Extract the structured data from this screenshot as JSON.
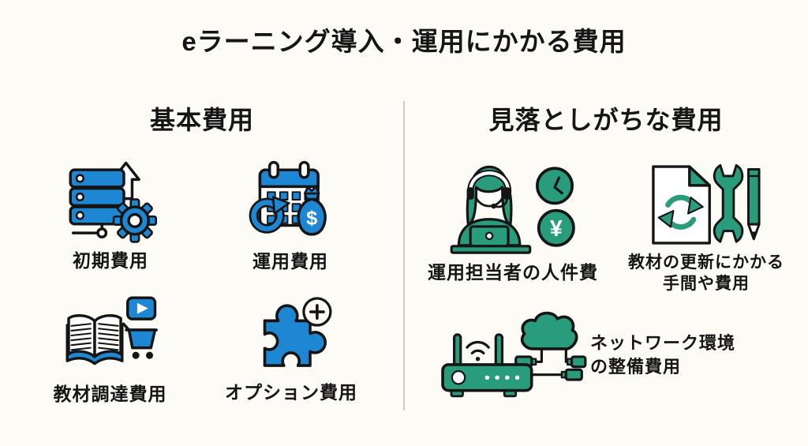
{
  "page": {
    "title": "eラーニング導入・運用にかかる費用"
  },
  "colors": {
    "blue": "#1E87D3",
    "green": "#299C7C",
    "outline": "#151515",
    "divider": "#C9C9C9",
    "background": "#FCFBF5"
  },
  "glyphs": {
    "dollar": "$",
    "yen": "¥"
  },
  "sections": {
    "basic": {
      "header": "基本費用",
      "items": [
        {
          "label": "初期費用",
          "icon": "server-upgrade-gear-icon"
        },
        {
          "label": "運用費用",
          "icon": "calendar-refresh-moneybag-icon"
        },
        {
          "label": "教材調達費用",
          "icon": "book-video-cart-icon"
        },
        {
          "label": "オプション費用",
          "icon": "puzzle-plus-icon"
        }
      ]
    },
    "overlooked": {
      "header": "見落としがちな費用",
      "items": [
        {
          "label": "運用担当者の人件費",
          "icon": "operator-clock-yen-icon"
        },
        {
          "label_line1": "教材の更新にかかる",
          "label_line2": "手間や費用",
          "icon": "document-update-tools-icon"
        },
        {
          "label_line1": "ネットワーク環境",
          "label_line2": "の整備費用",
          "icon": "router-cloud-icon"
        }
      ]
    }
  }
}
